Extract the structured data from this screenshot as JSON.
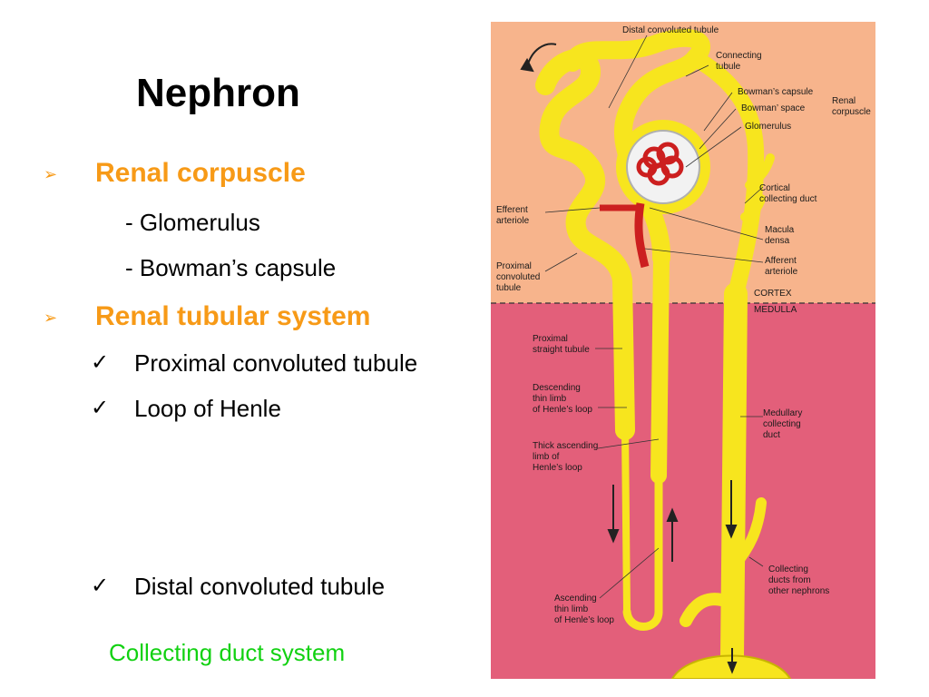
{
  "slide": {
    "title": "Nephron",
    "sections": [
      {
        "heading": "Renal corpuscle",
        "subitems": [
          "- Glomerulus",
          "- Bowman’s capsule"
        ]
      },
      {
        "heading": "Renal tubular system",
        "items": [
          "Proximal convoluted tubule",
          "Loop of Henle",
          "Distal convoluted tubule"
        ]
      }
    ],
    "footer": "Collecting duct system",
    "bullet_glyph": "➢",
    "check_glyph": "✓"
  },
  "diagram": {
    "labels": {
      "distal_convoluted_tubule": "Distal convoluted tubule",
      "connecting": "Connecting",
      "tubule": "tubule",
      "bowmans_capsule": "Bowman’s capsule",
      "bowmans_space": "Bowman’ space",
      "glomerulus": "Glomerulus",
      "renal": "Renal",
      "corpuscle": "corpuscle",
      "cortical": "Cortical",
      "collecting_duct": "collecting duct",
      "efferent": "Efferent",
      "arteriole": "arteriole",
      "macula": "Macula",
      "densa": "densa",
      "proximal": "Proximal",
      "convoluted": "convoluted",
      "tubule2": "tubule",
      "afferent": "Afferent",
      "arteriole2": "arteriole",
      "cortex": "CORTEX",
      "medulla": "MEDULLA",
      "prox_straight_1": "Proximal",
      "prox_straight_2": "straight tubule",
      "desc_1": "Descending",
      "desc_2": "thin limb",
      "desc_3": "of Henle’s loop",
      "thick_1": "Thick ascending",
      "thick_2": "limb of",
      "thick_3": "Henle’s loop",
      "med_1": "Medullary",
      "med_2": "collecting",
      "med_3": "duct",
      "coll_1": "Collecting",
      "coll_2": "ducts from",
      "coll_3": "other nephrons",
      "asc_1": "Ascending",
      "asc_2": "thin limb",
      "asc_3": "of Henle’s loop"
    },
    "colors": {
      "cortex": "#f7b48c",
      "medulla": "#e35f7a",
      "tubule": "#f7e51e",
      "blood": "#cc1f1f",
      "title_accent": "#f79a17",
      "footer": "#11d111"
    }
  }
}
